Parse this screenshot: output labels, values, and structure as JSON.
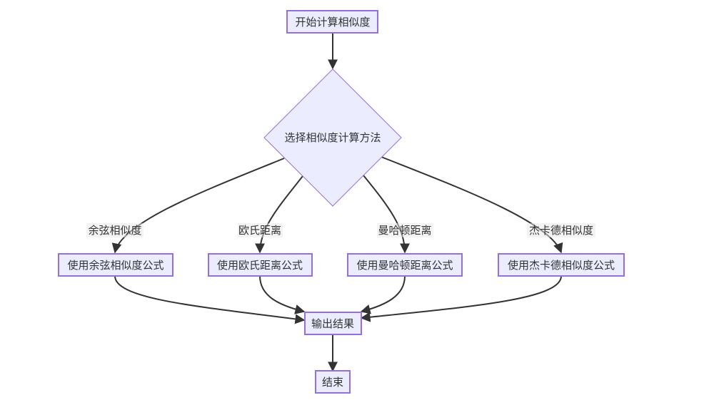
{
  "diagram": {
    "type": "flowchart",
    "direction": "top-down",
    "colors": {
      "node_fill": "#ECECFF",
      "node_stroke": "#9370DB",
      "edge": "#333333",
      "text": "#333333"
    },
    "nodes": {
      "start": "开始计算相似度",
      "decision": "选择相似度计算方法",
      "cosine": "使用余弦相似度公式",
      "euclidean": "使用欧氏距离公式",
      "manhattan": "使用曼哈顿距离公式",
      "jaccard": "使用杰卡德相似度公式",
      "output": "输出结果",
      "end": "结束"
    },
    "edge_labels": {
      "cosine": "余弦相似度",
      "euclidean": "欧氏距离",
      "manhattan": "曼哈顿距离",
      "jaccard": "杰卡德相似度"
    },
    "edges": [
      {
        "from": "start",
        "to": "decision",
        "label": ""
      },
      {
        "from": "decision",
        "to": "cosine",
        "label": "余弦相似度"
      },
      {
        "from": "decision",
        "to": "euclidean",
        "label": "欧氏距离"
      },
      {
        "from": "decision",
        "to": "manhattan",
        "label": "曼哈顿距离"
      },
      {
        "from": "decision",
        "to": "jaccard",
        "label": "杰卡德相似度"
      },
      {
        "from": "cosine",
        "to": "output",
        "label": ""
      },
      {
        "from": "euclidean",
        "to": "output",
        "label": ""
      },
      {
        "from": "manhattan",
        "to": "output",
        "label": ""
      },
      {
        "from": "jaccard",
        "to": "output",
        "label": ""
      },
      {
        "from": "output",
        "to": "end",
        "label": ""
      }
    ]
  }
}
